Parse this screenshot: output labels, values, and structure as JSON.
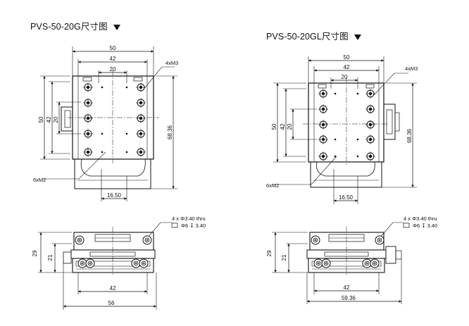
{
  "views": [
    {
      "title": "PVS-50-20G尺寸图",
      "top": {
        "width_50": "50",
        "width_42": "42",
        "width_20": "20",
        "height_50": "50",
        "height_42": "42",
        "height_20": "20",
        "overall_height": "68.36",
        "offset": "16.50",
        "callout_m3": "4xM3",
        "callout_m2": "6xM2"
      },
      "front": {
        "height_29": "29",
        "height_21": "21",
        "width_42": "42",
        "overall_width": "56",
        "note_line1": "4 x  Φ3.40 thru",
        "note_line2": "Φ6 ↧ 3.40"
      }
    },
    {
      "title": "PVS-50-20GL尺寸图",
      "top": {
        "width_50": "50",
        "width_42": "42",
        "width_20": "20",
        "height_50": "50",
        "height_42": "42",
        "height_20": "20",
        "overall_height": "68.36",
        "offset": "16.50",
        "callout_m3": "4xM3",
        "callout_m2": "6xM2"
      },
      "front": {
        "height_29": "29",
        "height_21": "21",
        "width_42": "42",
        "overall_width": "59.36",
        "note_line1": "4 x  Φ3.40 thru",
        "note_line2": "Φ6 ↧ 3.40"
      }
    }
  ]
}
